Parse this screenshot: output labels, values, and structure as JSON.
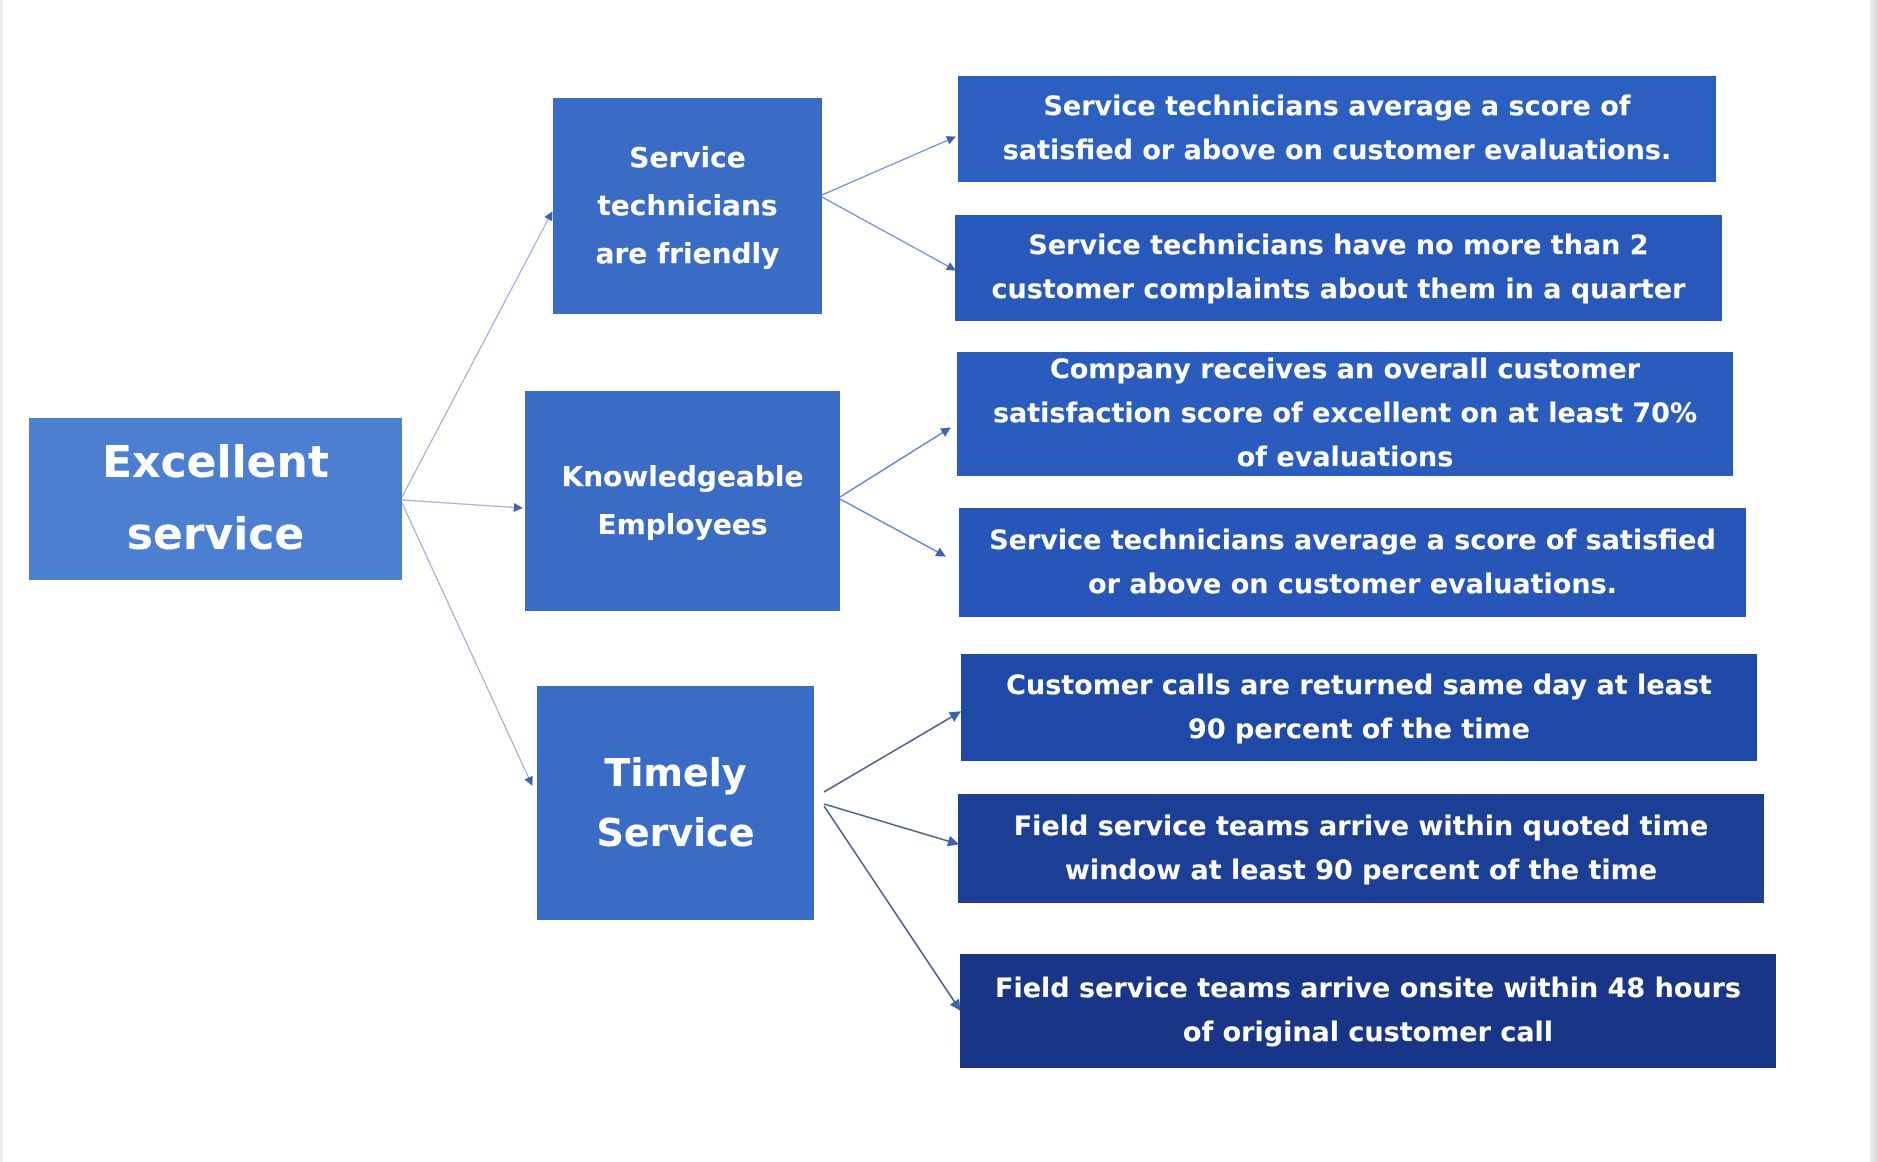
{
  "diagram": {
    "root": {
      "label": "Excellent\nservice"
    },
    "categories": [
      {
        "label": "Service\ntechnicians\nare friendly",
        "outcomes": [
          "Service technicians average a score of satisfied or above on customer evaluations.",
          "Service technicians have no more than 2 customer complaints about them in a quarter"
        ]
      },
      {
        "label": "Knowledgeable\nEmployees",
        "outcomes": [
          "Company receives an overall customer satisfaction score of excellent on at least 70% of evaluations",
          "Service technicians average a score of satisfied or above on customer evaluations."
        ]
      },
      {
        "label": "Timely\nService",
        "outcomes": [
          "Customer calls are returned same day at least 90 percent of the time",
          "Field service teams arrive within quoted time window at least 90 percent of the time",
          "Field service teams arrive onsite within 48 hours of original customer call"
        ]
      }
    ]
  },
  "colors": {
    "root_fill": "#4d7fd0",
    "category_fill": "#3a6cc6",
    "outcome_fill_light": "#2b5fc0",
    "outcome_fill_dark": "#183587",
    "connector": "#3f62b0",
    "text": "#ffffff"
  }
}
